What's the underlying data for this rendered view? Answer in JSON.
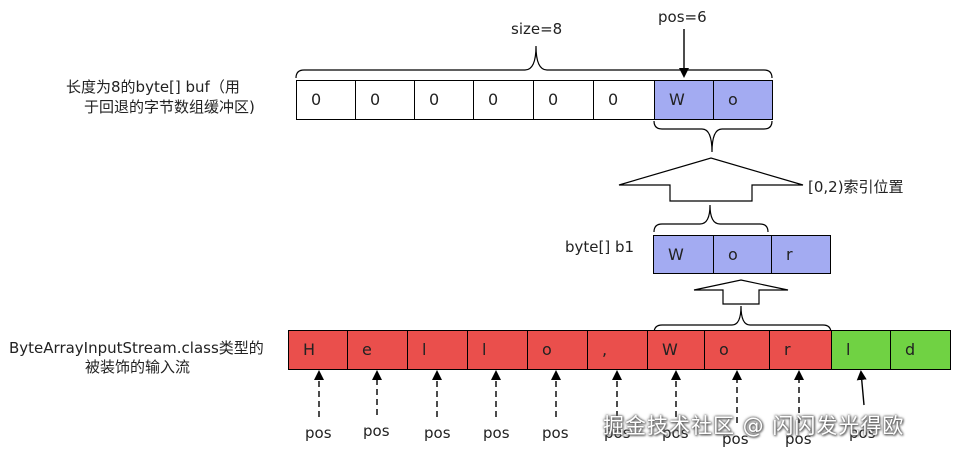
{
  "buffer": {
    "label_line1": "长度为8的byte[] buf（用",
    "label_line2": "于回退的字节数组缓冲区)",
    "size_label": "size=8",
    "pos_label": "pos=6",
    "cells": [
      {
        "text": "0",
        "color": "#ffffff"
      },
      {
        "text": "0",
        "color": "#ffffff"
      },
      {
        "text": "0",
        "color": "#ffffff"
      },
      {
        "text": "0",
        "color": "#ffffff"
      },
      {
        "text": "0",
        "color": "#ffffff"
      },
      {
        "text": "0",
        "color": "#ffffff"
      },
      {
        "text": "W",
        "color": "#a3abf2"
      },
      {
        "text": "o",
        "color": "#a3abf2"
      }
    ]
  },
  "index_label": "[0,2)索引位置",
  "b1": {
    "label": "byte[] b1",
    "cells": [
      {
        "text": "W",
        "color": "#a3abf2"
      },
      {
        "text": "o",
        "color": "#a3abf2"
      },
      {
        "text": "r",
        "color": "#a3abf2"
      }
    ]
  },
  "stream": {
    "label_line1": "ByteArrayInputStream.class类型的",
    "label_line2": "被装饰的输入流",
    "cells": [
      {
        "text": "H",
        "color": "#ea4f4c"
      },
      {
        "text": "e",
        "color": "#ea4f4c"
      },
      {
        "text": "l",
        "color": "#ea4f4c"
      },
      {
        "text": "l",
        "color": "#ea4f4c"
      },
      {
        "text": "o",
        "color": "#ea4f4c"
      },
      {
        "text": ",",
        "color": "#ea4f4c"
      },
      {
        "text": "W",
        "color": "#ea4f4c"
      },
      {
        "text": "o",
        "color": "#ea4f4c"
      },
      {
        "text": "r",
        "color": "#ea4f4c"
      },
      {
        "text": "l",
        "color": "#70d243"
      },
      {
        "text": "d",
        "color": "#70d243"
      }
    ],
    "pointer_labels": [
      "pos",
      "pos",
      "pos",
      "pos",
      "pos",
      "pos",
      "pos",
      "pos",
      "pos",
      "pos"
    ]
  },
  "watermark": "掘金技术社区 @ 闪闪发光得欧"
}
